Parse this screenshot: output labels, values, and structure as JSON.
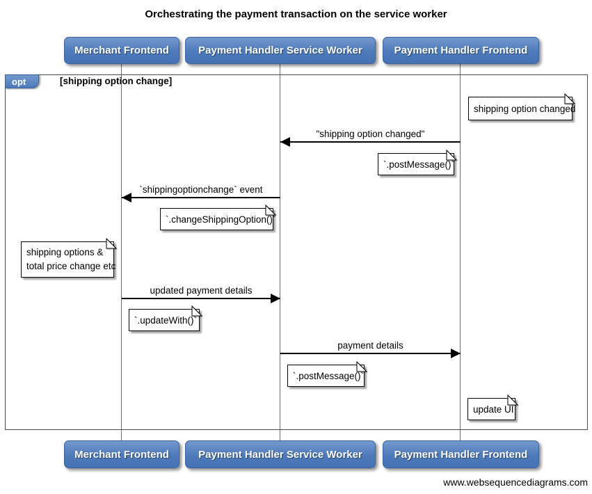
{
  "page": {
    "title": "Orchestrating the payment transaction on the service worker",
    "footer": "www.websequencediagrams.com"
  },
  "colors": {
    "actor_blue": "#4d7aba",
    "actor_blue_light": "#7499ce",
    "actor_blue_dark": "#4672b4",
    "actor_text": "#ffffff",
    "line_color": "#000000",
    "lifeline_gray": "#6b6b6b"
  },
  "actors": [
    {
      "label": "Merchant Frontend"
    },
    {
      "label": "Payment Handler Service Worker"
    },
    {
      "label": "Payment Handler Frontend"
    }
  ],
  "frame": {
    "operator": "opt",
    "condition": "[shipping option change]"
  },
  "messages": [
    {
      "label": "\"shipping option changed\"",
      "from": "Payment Handler Frontend",
      "to": "Payment Handler Service Worker"
    },
    {
      "label": "`shippingoptionchange` event",
      "from": "Payment Handler Service Worker",
      "to": "Merchant Frontend"
    },
    {
      "label": "updated payment details",
      "from": "Merchant Frontend",
      "to": "Payment Handler Service Worker"
    },
    {
      "label": "payment details",
      "from": "Payment Handler Service Worker",
      "to": "Payment Handler Frontend"
    }
  ],
  "notes": [
    {
      "text": "shipping option changed",
      "position": "right of Payment Handler Frontend"
    },
    {
      "text": "`.postMessage()`",
      "position": "left of Payment Handler Frontend"
    },
    {
      "text": "`.changeShippingOption()`",
      "position": "left of Payment Handler Service Worker"
    },
    {
      "lines": [
        "shipping options &",
        "total price change etc"
      ],
      "position": "left of Merchant Frontend"
    },
    {
      "text": "`.updateWith()`",
      "position": "right of Merchant Frontend"
    },
    {
      "text": "`.postMessage()`",
      "position": "right of Payment Handler Service Worker"
    },
    {
      "text": "update UI",
      "position": "right of Payment Handler Frontend"
    }
  ]
}
